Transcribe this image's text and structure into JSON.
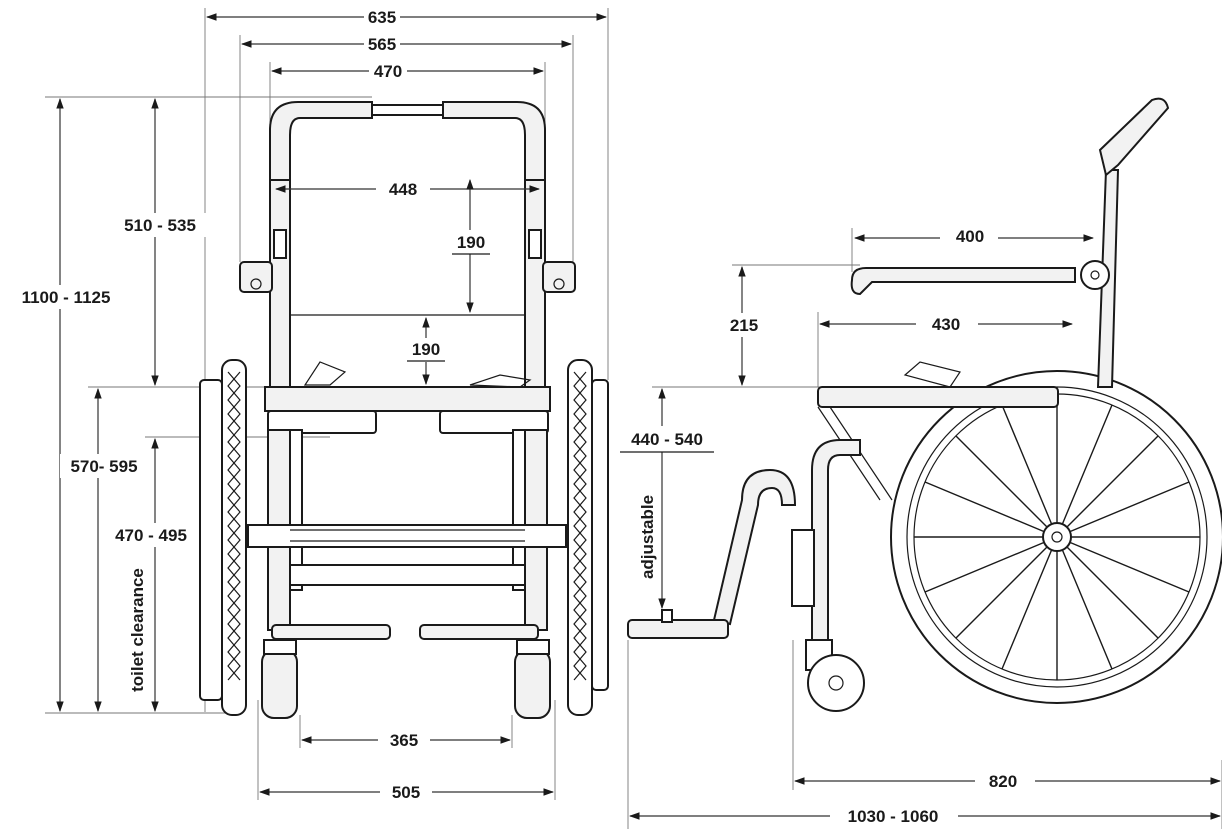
{
  "diagram": {
    "front_view": {
      "overall_width": "635",
      "armrest_width": "565",
      "backrest_outer_width": "470",
      "backrest_inner_width": "448",
      "backrest_height_upper": "190",
      "backrest_height_lower": "190",
      "back_height": "510 - 535",
      "total_height": "1100 - 1125",
      "seat_height": "570- 595",
      "toilet_clearance_height": "470 - 495",
      "toilet_clearance_label": "toilet clearance",
      "castor_inner_width": "365",
      "castor_outer_width": "505"
    },
    "side_view": {
      "armrest_length": "400",
      "armrest_height": "215",
      "seat_depth": "430",
      "footrest_height": "440 - 540",
      "footrest_note": "adjustable",
      "wheelbase": "820",
      "overall_length": "1030 - 1060"
    }
  }
}
